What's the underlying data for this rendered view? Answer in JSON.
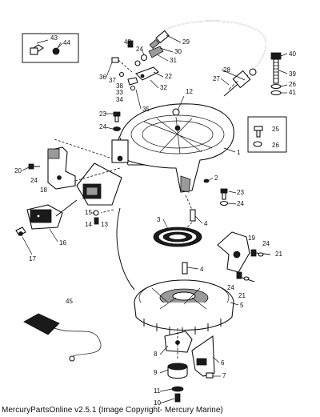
{
  "callouts": {
    "c1": "1",
    "c2": "2",
    "c3": "3",
    "c4a": "4",
    "c4b": "4",
    "c5": "5",
    "c6": "6",
    "c7": "7",
    "c8": "8",
    "c9": "9",
    "c10": "10",
    "c11": "11",
    "c12": "12",
    "c13": "13",
    "c14": "14",
    "c15": "15",
    "c16": "16",
    "c17": "17",
    "c18": "18",
    "c19": "19",
    "c20": "20",
    "c21a": "21",
    "c21b": "21",
    "c22": "22",
    "c23a": "23",
    "c23b": "23",
    "c24a": "24",
    "c24b": "24",
    "c24c": "24",
    "c24d": "24",
    "c24e": "24",
    "c24f": "24",
    "c25": "25",
    "c26a": "26",
    "c26b": "26",
    "c27": "27",
    "c28": "28",
    "c29": "29",
    "c30": "30",
    "c31": "31",
    "c32": "32",
    "c33": "33",
    "c34": "34",
    "c35": "35",
    "c36": "36",
    "c37": "37",
    "c38": "38",
    "c39": "39",
    "c40": "40",
    "c41": "41",
    "c42": "42",
    "c43": "43",
    "c44": "44",
    "c45": "45"
  },
  "caption": "MercuryPartsOnline v2.5.1 (Image Copyright- Mercury Marine)"
}
